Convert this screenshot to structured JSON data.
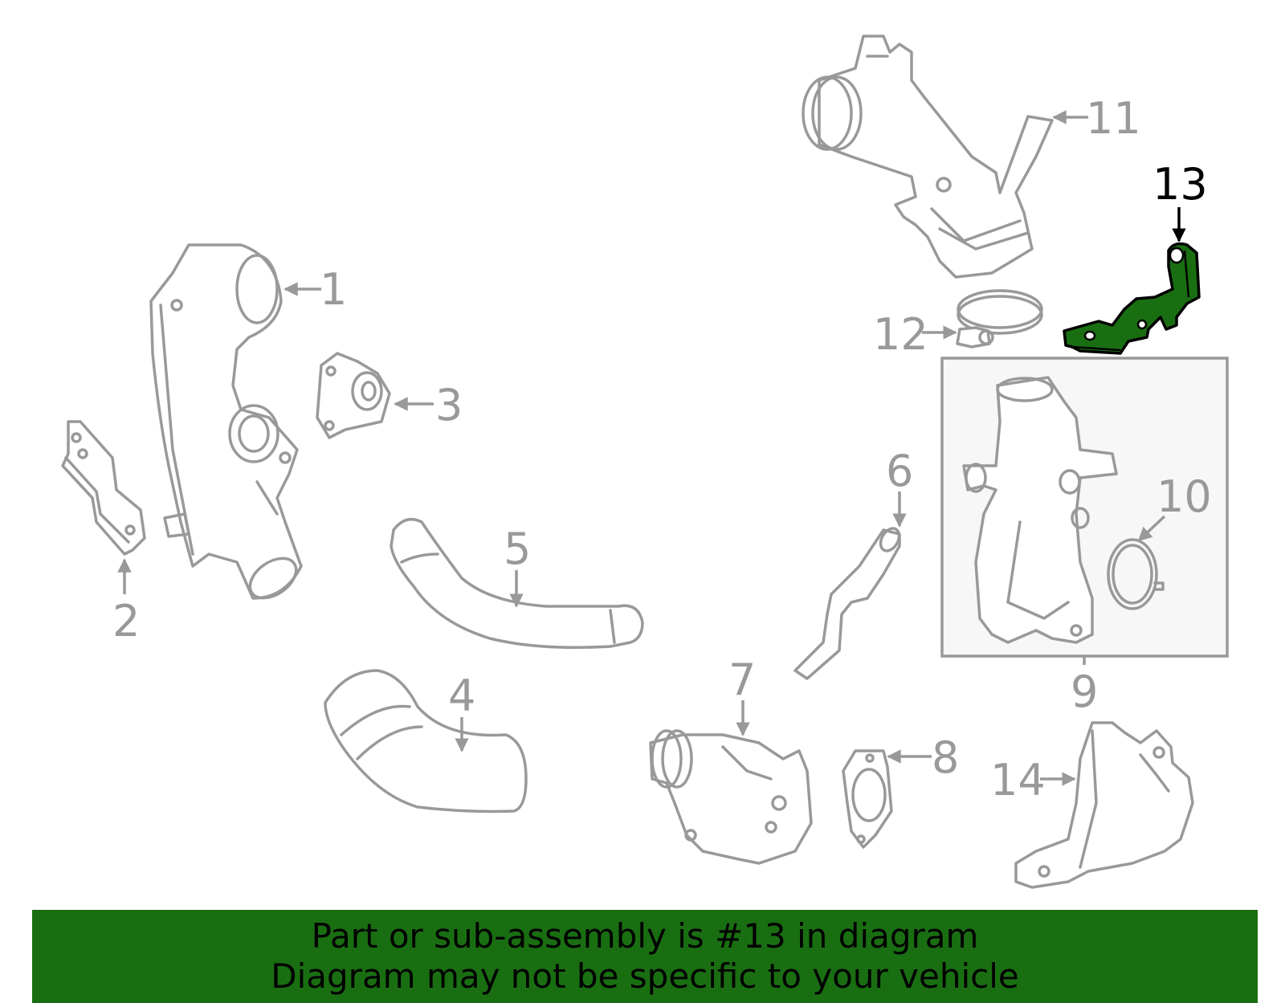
{
  "diagram": {
    "callouts": [
      "1",
      "2",
      "3",
      "4",
      "5",
      "6",
      "7",
      "8",
      "9",
      "10",
      "11",
      "12",
      "13",
      "14"
    ],
    "highlighted_callout": "13",
    "highlight_color": "#1a6e12",
    "line_color": "#999999"
  },
  "banner": {
    "line1": "Part or sub-assembly is #13 in diagram",
    "line2": "Diagram may not be specific to your vehicle",
    "background": "#1a6e12"
  }
}
